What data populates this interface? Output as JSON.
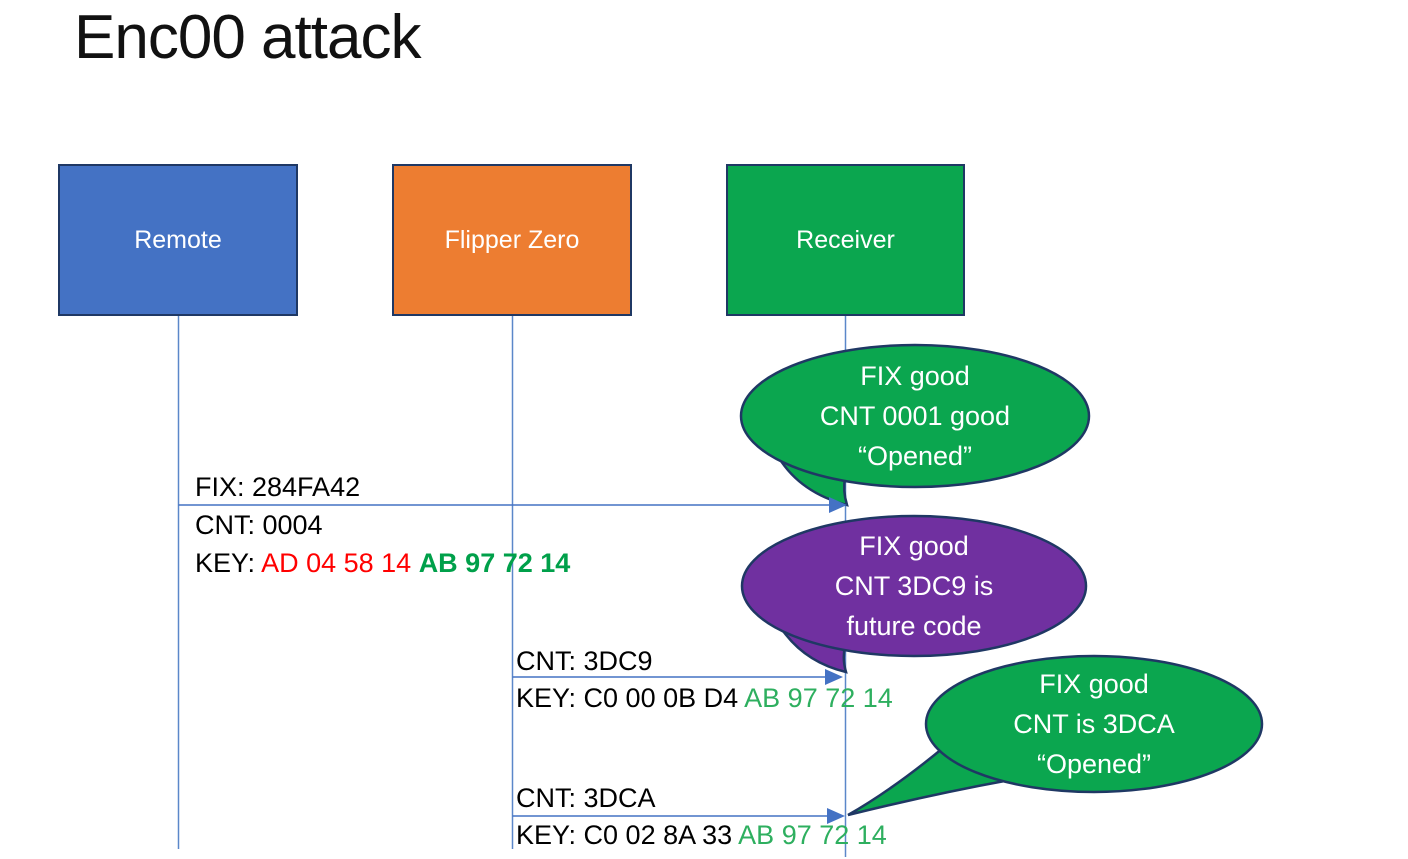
{
  "title": "Enc00 attack",
  "actors": [
    {
      "id": "remote",
      "label": "Remote",
      "fill": "#4472C4"
    },
    {
      "id": "flipper",
      "label": "Flipper Zero",
      "fill": "#ED7D31"
    },
    {
      "id": "receiver",
      "label": "Receiver",
      "fill": "#0BA64F"
    }
  ],
  "messages": [
    {
      "fix": "FIX: 284FA42",
      "cnt": "CNT: 0004",
      "key_prefix": "KEY: ",
      "key_cracked": "AD 04 58 14 ",
      "key_fixed": "AB 97 72 14"
    },
    {
      "cnt": "CNT: 3DC9",
      "key_prefix": "KEY: C0 00 0B D4 ",
      "key_fixed": "AB 97 72 14"
    },
    {
      "cnt": "CNT: 3DCA",
      "key_prefix": "KEY: C0 02 8A 33 ",
      "key_fixed": "AB 97 72 14"
    }
  ],
  "bubbles": [
    {
      "fill": "#0BA64F",
      "lines": [
        "FIX good",
        "CNT 0001 good",
        "“Opened”"
      ]
    },
    {
      "fill": "#7030A0",
      "lines": [
        "FIX good",
        "CNT 3DC9 is",
        "future code"
      ]
    },
    {
      "fill": "#0BA64F",
      "lines": [
        "FIX good",
        "CNT is 3DCA",
        "“Opened”"
      ]
    }
  ],
  "colors": {
    "remote_blue": "#4472C4",
    "flipper_orange": "#ED7D31",
    "receiver_green": "#0BA64F",
    "bubble_purple": "#7030A0",
    "outline_navy": "#1F3864",
    "connector_blue": "#4472C4",
    "key_red": "#FF0000",
    "key_green_bold": "#00A04A",
    "key_green": "#2EAF5F"
  }
}
